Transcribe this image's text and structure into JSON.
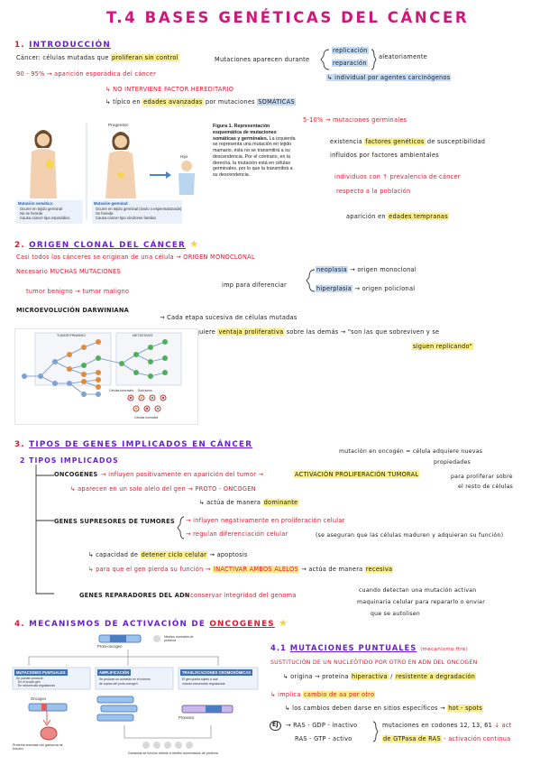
{
  "title": "T.4 BASES GENÉTICAS DEL CÁNCER",
  "s1": {
    "heading_num": "1.",
    "heading": "INTRODUCCIÓN",
    "l1a": "Cáncer: células mutadas que",
    "l1b": "proliferan sin control",
    "l2": "90 - 95% → aparición esporádica del cáncer",
    "l3": "↳ NO INTERVIENE FACTOR HEREDITARIO",
    "l4a": "↳ típico en",
    "l4b": "edades avanzadas",
    "l4c": "por mutaciones",
    "l4d": "SOMÁTICAS",
    "r1": "Mutaciones aparecen durante",
    "r_rep1": "replicación",
    "r_rep2": "reparación",
    "r_aleat": "aleatoriamente",
    "r2": "↳ individual por agentes carcinógenos",
    "fig_caption_bold": "Figura 1. Representación esquemática de mutaciones somáticas y germinales.",
    "fig_caption": " La izquierda se representa una mutación en tejido mamario, ésta no se transmitirá a su descendencia. Por el contrario, en la derecha, la mutación está en células germinales, por lo que la transmitirá a su descendencia.",
    "fig_progenitor": "Progenitor",
    "fig_hijo": "Hijo",
    "fig_somatic_title": "Mutación somática:",
    "fig_somatic_items": [
      "Ocurre en tejido germinal",
      "No se hereda",
      "Causa cáncer tipo esporádico"
    ],
    "fig_germ_title": "Mutación germinal:",
    "fig_germ_items": [
      "Ocurre en tejido germinal (óvulo o espermatozoide)",
      "Se hereda",
      "Causa cáncer tipo síndrome familiar"
    ],
    "g1": "5-10% → mutaciones germinales",
    "g2a": "existencia",
    "g2b": "factores genéticos",
    "g2c": "de susceptibilidad",
    "g3": "influidos por factores ambientales",
    "g4": "individuos con ↑ prevalencia de cáncer",
    "g5": "respecto a la población",
    "g6a": "aparición en",
    "g6b": "edades tempranas"
  },
  "s2": {
    "heading_num": "2.",
    "heading": "ORIGEN CLONAL DEL CÁNCER",
    "l1": "Casi todos los cánceres se originan de una célula → ORIGEN MONOCLONAL",
    "l2": "Necesario MUCHAS MUTACIONES",
    "l3": "tumor benigno ⇝ tumor maligno",
    "l4": "MICROEVOLUCIÓN DARWINIANA",
    "l4b": "→ Cada etapa sucesiva de células mutadas",
    "l5a": "adquiere",
    "l5b": "ventaja proliferativa",
    "l5c": "sobre las demás",
    "l5d": "→ \"son las que sobreviven y se",
    "l5e": "siguen replicando\"",
    "imp": "imp para diferenciar",
    "neo": "neoplasia",
    "neo_r": "→ origen monoclonal",
    "hip": "hiperplasia",
    "hip_r": "→ origen policlonal",
    "tree_lbl1": "TUMOR PRIMARIO",
    "tree_lbl2": "METÁSTASIS",
    "tree_lbl3": "Células tumorales",
    "tree_lbl4": "Subclones",
    "tree_lbl5": "Células normales"
  },
  "s3": {
    "heading_num": "3.",
    "heading": "TIPOS DE GENES IMPLICADOS EN CÁNCER",
    "sub": "2 TIPOS IMPLICADOS",
    "note1": "mutación en oncogén = célula adquiere nuevas",
    "note2": "propiedades",
    "note3": "para proliferar sobre",
    "note4": "el resto de células",
    "onc": "ONCOGENES",
    "onc_a": "→ influyen positivamente en aparición del tumor →",
    "onc_b": "ACTIVACIÓN PROLIFERACIÓN TUMORAL",
    "onc_c": "↳ aparecen en un solo alelo del gen → PROTO - ONCOGEN",
    "onc_d": "↳ actúa de manera",
    "onc_e": "dominante",
    "sup": "GENES SUPRESORES DE TUMORES",
    "sup_a": "→ influyen negativamente en proliferación celular",
    "sup_b": "→ regulan diferenciación celular",
    "sup_c": "(se aseguran que las células maduren y adquieran su función)",
    "sup_d1": "↳ capacidad de",
    "sup_d2": "detener ciclo celular",
    "sup_d3": "⇝ apoptosis",
    "sup_e1": "↳ para que el gen pierda su función →",
    "sup_e2": "INACTIVAR AMBOS ALELOS",
    "sup_e3": "→ actúa de manera",
    "sup_e4": "recesiva",
    "rep": "GENES REPARADORES DEL ADN",
    "rep_a": "→ conservar integridad del genoma",
    "rep_b1": "cuando detectan una mutación activan",
    "rep_b2": "maquinaria celular para repararlo o enviar",
    "rep_b3": "que se autolisen"
  },
  "s4": {
    "heading_num": "4.",
    "heading_a": "MECANISMOS DE ACTIVACIÓN DE",
    "heading_b": "ONCOGENES",
    "fig_proto": "Proto-oncogen",
    "fig_normal": "Niveles normales de proteína",
    "box1": "MUTACIONES PUNTUALES",
    "box1_items": [
      "Se pueden producir:",
      "En el propio gen",
      "En secuencias reguladoras"
    ],
    "box2": "AMPLIFICACIÓN",
    "box2_items": [
      "Se produce un aumento en el número",
      "de copias del proto-oncogen"
    ],
    "box3": "TRASLOCACIONES CROMOSÓMICAS",
    "box3_items": [
      "El gen queda sujeto a una",
      "nuevas secuencias reguladoras"
    ],
    "fig_onc": "Oncogen",
    "fig_promoter": "Promotor",
    "fig_b1": "Proteína anómala con ganancia de función",
    "fig_b2": "Ganancia de función debido a niveles aumentados de proteína",
    "sub_num": "4.1",
    "sub": "MUTACIONES PUNTUALES",
    "sub_note": "(mecanismo ftre)",
    "p1": "SUSTITUCIÓN DE UN NUCLEÓTIDO POR OTRO EN ADN DEL ONCOGEN",
    "p2a": "↳ origina → proteína",
    "p2b": "hiperactiva",
    "p2c": "/",
    "p2d": "resistente a degradación",
    "p3a": "↳ implica",
    "p3b": "cambio de aa por otro",
    "p4a": "↳ los cambios deben darse en sitios específicos →",
    "p4b": "hot - spots",
    "ej": "EJ",
    "ras1": "→ RAS - GDP - inactivo",
    "ras2": "RAS - GTP - activo",
    "ras3": "mutaciones en codones 12, 13, 61",
    "ras4": "↓ act",
    "ras5": "de GTPasa de RAS",
    "ras6": "- activación continua"
  }
}
